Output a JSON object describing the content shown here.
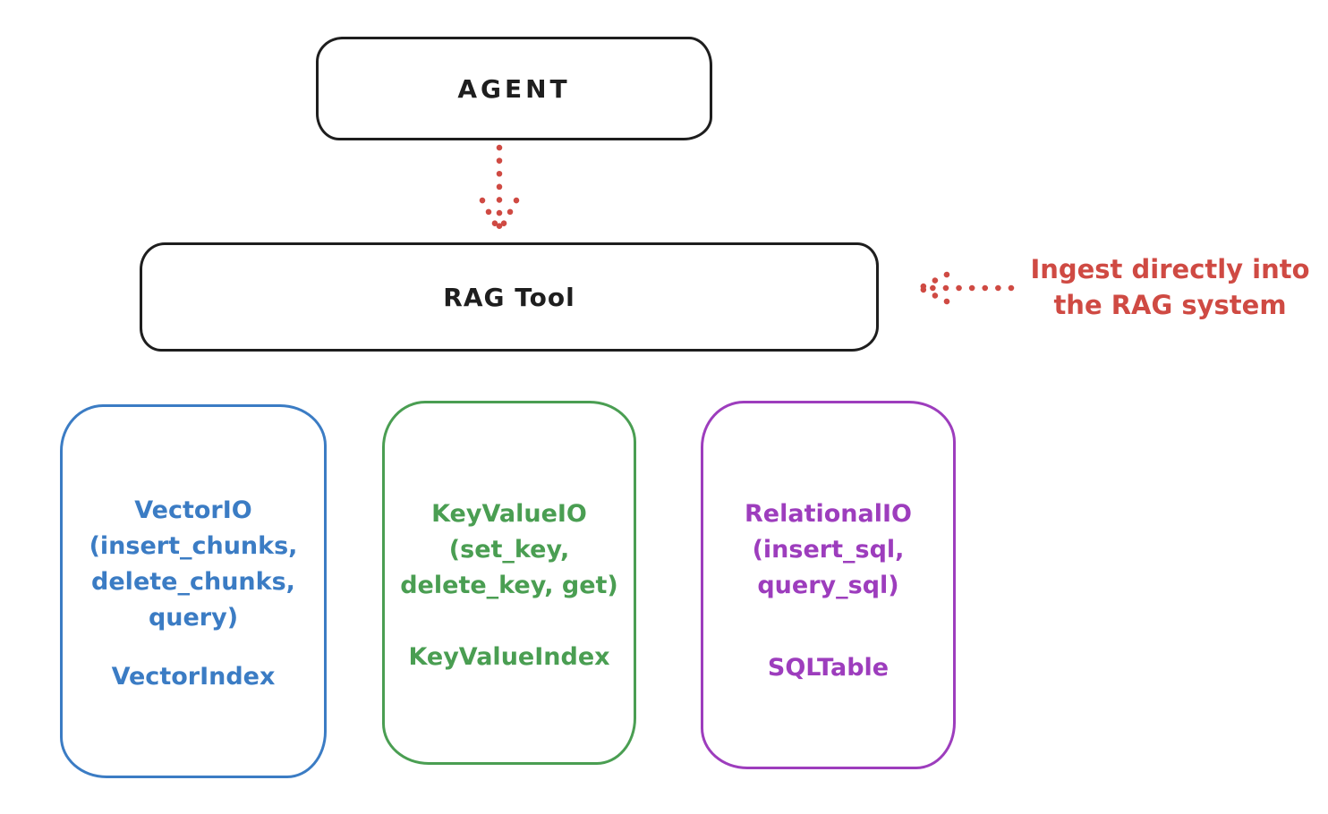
{
  "diagram": {
    "agent": {
      "label": "AGENT"
    },
    "rag_tool": {
      "label": "RAG Tool"
    },
    "annotation": {
      "line1": "Ingest directly into",
      "line2": "the RAG system"
    },
    "boxes": [
      {
        "name": "VectorIO",
        "lines": [
          "VectorIO",
          "(insert_chunks,",
          "delete_chunks,",
          "query)"
        ],
        "index_label": "VectorIndex",
        "color": "#3b7cc4"
      },
      {
        "name": "KeyValueIO",
        "lines": [
          "KeyValueIO",
          "(set_key,",
          "delete_key, get)"
        ],
        "index_label": "KeyValueIndex",
        "color": "#4a9e52"
      },
      {
        "name": "RelationalIO",
        "lines": [
          "RelationalIO",
          "(insert_sql,",
          "query_sql)"
        ],
        "index_label": "SQLTable",
        "color": "#9d3dbd"
      }
    ],
    "colors": {
      "stroke": "#1e1e1e",
      "accent_red": "#cf4a43",
      "blue": "#3b7cc4",
      "green": "#4a9e52",
      "purple": "#9d3dbd",
      "background": "#ffffff"
    }
  }
}
